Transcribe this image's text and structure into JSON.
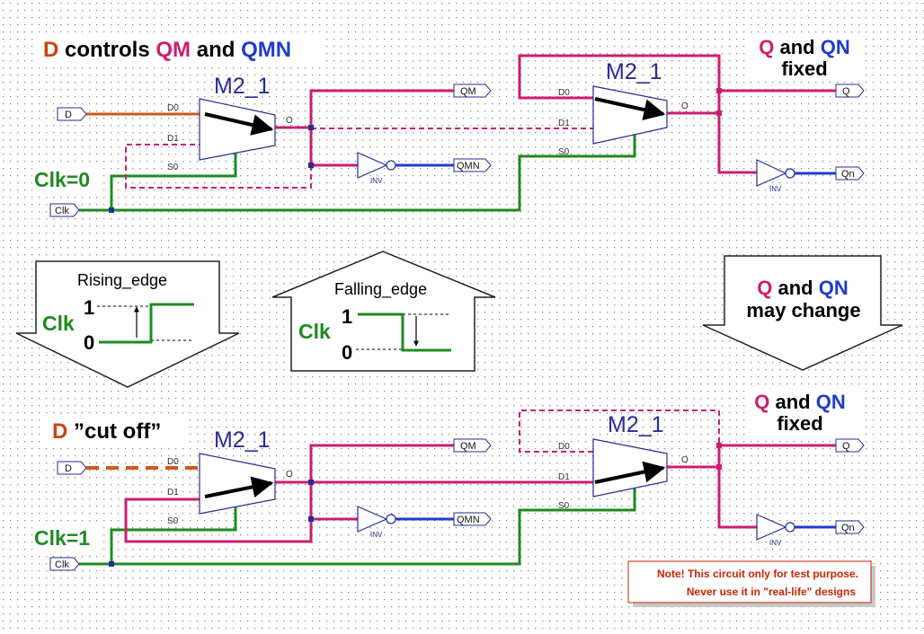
{
  "colors": {
    "d_wire": "#cc5a1e",
    "qm_wire": "#cc1e6e",
    "qn_wire": "#1e3ccc",
    "clk_wire": "#1f8a1f",
    "component": "#2a2a9a",
    "note_text": "#cc2200"
  },
  "top": {
    "heading": {
      "d": "D",
      "controls": "controls",
      "qm": "QM",
      "and": "and",
      "qmn": "QMN"
    },
    "status": {
      "q": "Q",
      "and": "and",
      "qn": "QN",
      "fixed": "fixed"
    },
    "clk_label": "Clk=0",
    "mux1": {
      "name": "M2_1",
      "pins": {
        "d0": "D0",
        "d1": "D1",
        "s0": "S0",
        "o": "O"
      }
    },
    "mux2": {
      "name": "M2_1",
      "pins": {
        "d0": "D0",
        "d1": "D1",
        "s0": "S0",
        "o": "O"
      }
    },
    "ports": {
      "d": "D",
      "clk": "Clk",
      "qm": "QM",
      "qmn": "QMN",
      "q": "Q",
      "qn": "Qn"
    },
    "inv_labels": [
      "INV",
      "INV"
    ]
  },
  "middle": {
    "rising": {
      "title": "Rising_edge",
      "clk": "Clk",
      "one": "1",
      "zero": "0"
    },
    "falling": {
      "title": "Falling_edge",
      "clk": "Clk",
      "one": "1",
      "zero": "0"
    },
    "change": {
      "q": "Q",
      "and": "and",
      "qn": "QN",
      "line2": "may change"
    }
  },
  "bottom": {
    "heading": {
      "d": "D",
      "rest": "”cut off”"
    },
    "status": {
      "q": "Q",
      "and": "and",
      "qn": "QN",
      "fixed": "fixed"
    },
    "clk_label": "Clk=1",
    "mux1": {
      "name": "M2_1",
      "pins": {
        "d0": "D0",
        "d1": "D1",
        "s0": "S0",
        "o": "O"
      }
    },
    "mux2": {
      "name": "M2_1",
      "pins": {
        "d0": "D0",
        "d1": "D1",
        "s0": "S0",
        "o": "O"
      }
    },
    "ports": {
      "d": "D",
      "clk": "Clk",
      "qm": "QM",
      "qmn": "QMN",
      "q": "Q",
      "qn": "Qn"
    },
    "inv_labels": [
      "INV",
      "INV"
    ]
  },
  "note": {
    "line1": "Note! This circuit only for test purpose.",
    "line2": "Never use it in \"real-life\" designs"
  }
}
